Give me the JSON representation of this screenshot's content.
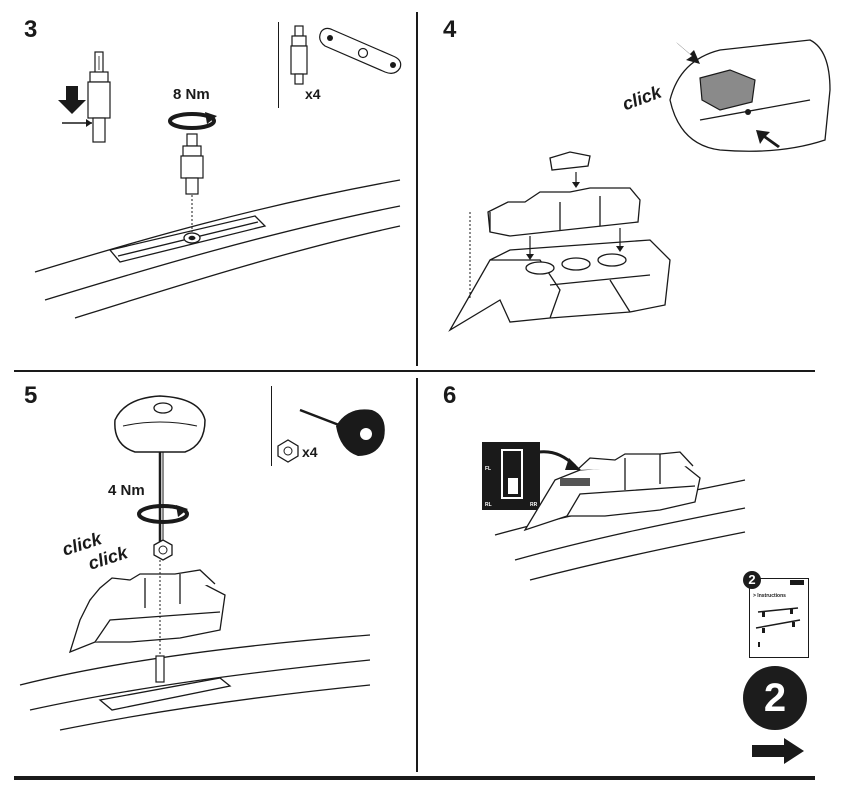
{
  "steps": [
    {
      "number": "3",
      "torque": "8 Nm",
      "qty": "x4"
    },
    {
      "number": "4",
      "click": "click"
    },
    {
      "number": "5",
      "torque": "4 Nm",
      "qty": "x4",
      "click1": "click",
      "click2": "click"
    },
    {
      "number": "6",
      "labels": {
        "fl": "FL",
        "rl": "RL",
        "rr": "RR"
      },
      "booklet_number": "2",
      "booklet_title": "> Instructions",
      "next_badge": "2"
    }
  ],
  "icons": [
    "arrow-down-icon",
    "torque-rotation-icon",
    "arrow-right-icon",
    "hex-nut-icon",
    "allen-key-icon"
  ],
  "colors": {
    "ink": "#1a1a1a",
    "grey_part": "#8a8a8a",
    "badge": "#1c1c1c"
  }
}
